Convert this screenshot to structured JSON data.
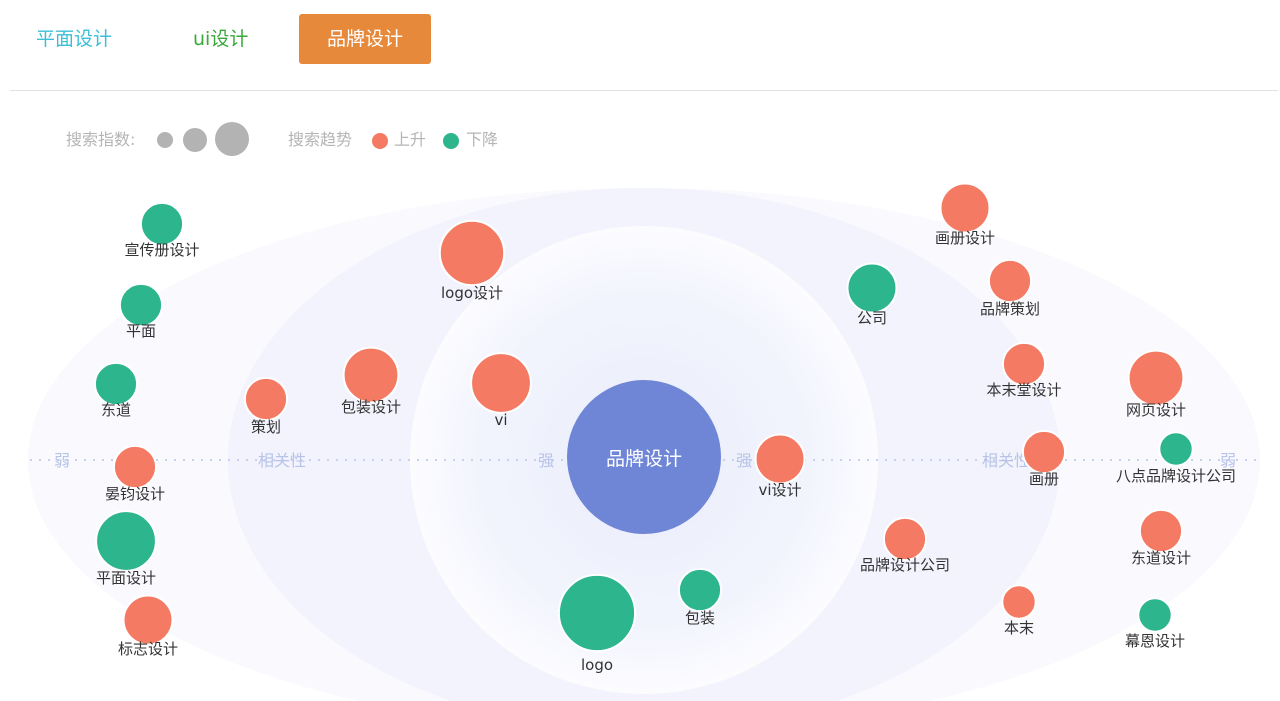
{
  "tabs": [
    {
      "label": "平面设计",
      "color": "#3bbfd8"
    },
    {
      "label": "ui设计",
      "color": "#3aa83a"
    },
    {
      "label": "品牌设计",
      "color": "#e7893a",
      "active": true
    }
  ],
  "legend": {
    "size_label": "搜索指数:",
    "trend_label": "搜索趋势",
    "up_label": "上升",
    "down_label": "下降"
  },
  "chart_data": {
    "type": "scatter",
    "center_label": "品牌设计",
    "axis_labels": {
      "left_weak": "弱",
      "left_relevance": "相关性",
      "left_strong": "强",
      "right_strong": "强",
      "right_relevance": "相关性",
      "right_weak": "弱"
    },
    "colors": {
      "up": "#f47a63",
      "down": "#2db58d",
      "center": "#6f86d6",
      "axis_text": "#b7c4e8"
    },
    "points": [
      {
        "label": "宣传册设计",
        "trend": "down",
        "index": 2
      },
      {
        "label": "平面",
        "trend": "down",
        "index": 2
      },
      {
        "label": "东道",
        "trend": "down",
        "index": 2
      },
      {
        "label": "晏钧设计",
        "trend": "up",
        "index": 2
      },
      {
        "label": "平面设计",
        "trend": "down",
        "index": 5
      },
      {
        "label": "标志设计",
        "trend": "up",
        "index": 3
      },
      {
        "label": "策划",
        "trend": "up",
        "index": 2
      },
      {
        "label": "包装设计",
        "trend": "up",
        "index": 4
      },
      {
        "label": "logo设计",
        "trend": "up",
        "index": 6
      },
      {
        "label": "vi",
        "trend": "up",
        "index": 5
      },
      {
        "label": "logo",
        "trend": "down",
        "index": 9
      },
      {
        "label": "包装",
        "trend": "down",
        "index": 2
      },
      {
        "label": "vi设计",
        "trend": "up",
        "index": 3
      },
      {
        "label": "公司",
        "trend": "down",
        "index": 3
      },
      {
        "label": "品牌设计公司",
        "trend": "up",
        "index": 2
      },
      {
        "label": "画册设计",
        "trend": "up",
        "index": 3
      },
      {
        "label": "品牌策划",
        "trend": "up",
        "index": 2
      },
      {
        "label": "本末堂设计",
        "trend": "up",
        "index": 2
      },
      {
        "label": "画册",
        "trend": "up",
        "index": 2
      },
      {
        "label": "本末",
        "trend": "up",
        "index": 1
      },
      {
        "label": "网页设计",
        "trend": "up",
        "index": 4
      },
      {
        "label": "八点品牌设计公司",
        "trend": "down",
        "index": 1
      },
      {
        "label": "东道设计",
        "trend": "up",
        "index": 2
      },
      {
        "label": "幕恩设计",
        "trend": "down",
        "index": 1
      }
    ]
  }
}
